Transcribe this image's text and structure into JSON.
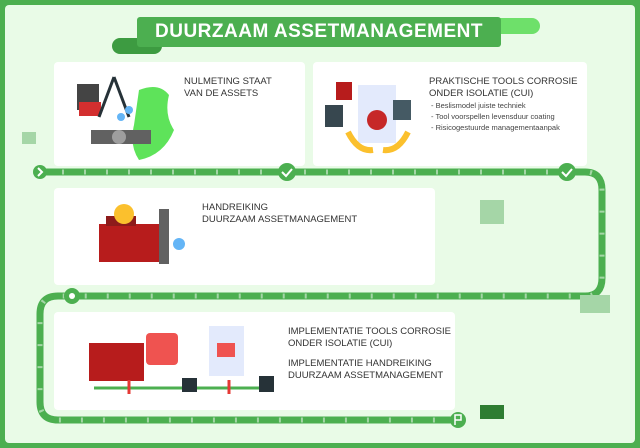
{
  "title": "DUURZAAM ASSETMANAGEMENT",
  "cards": [
    {
      "title_lines": [
        "NULMETING STAAT",
        "VAN DE ASSETS"
      ]
    },
    {
      "title_lines": [
        "PRAKTISCHE TOOLS CORROSIE",
        "ONDER ISOLATIE (CUI)"
      ],
      "bullets": [
        "Beslismodel juiste techniek",
        "Tool voorspellen levensduur coating",
        "Risicogestuurde managementaanpak"
      ]
    },
    {
      "title_lines": [
        "HANDREIKING",
        "DUURZAAM ASSETMANAGEMENT"
      ]
    },
    {
      "title_lines": [
        "IMPLEMENTATIE TOOLS CORROSIE",
        "ONDER ISOLATIE (CUI)"
      ],
      "title2_lines": [
        "IMPLEMENTATIE HANDREIKING",
        "DUURZAAM ASSETMANAGEMENT"
      ]
    }
  ],
  "colors": {
    "green": "#4caf50",
    "bg": "#e9fbe7",
    "red": "#c62828",
    "dark": "#37474f"
  }
}
